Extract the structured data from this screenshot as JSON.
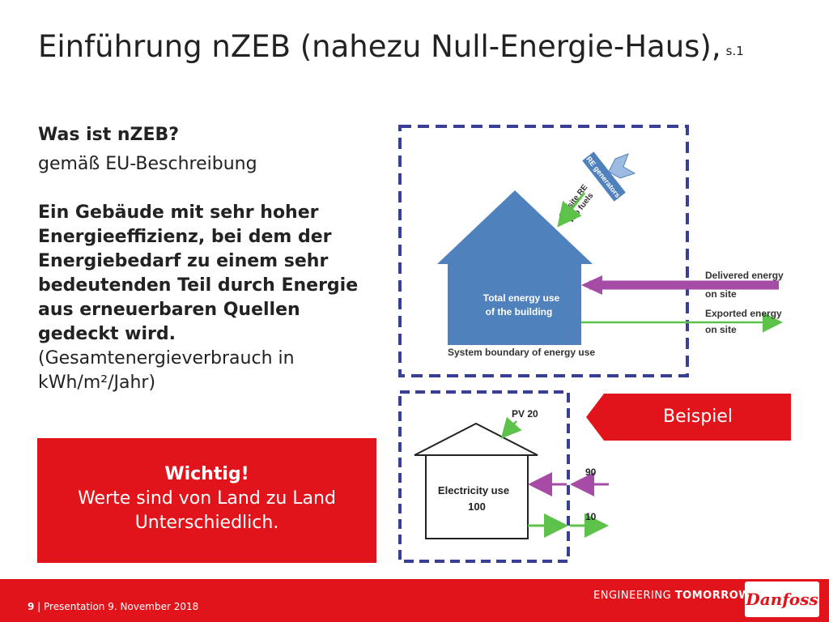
{
  "title": {
    "main": "Einführung nZEB (nahezu Null-Energie-Haus),",
    "suffix": "s.1"
  },
  "left": {
    "question": "Was ist nZEB?",
    "subtitle": "gemäß EU-Beschreibung",
    "definition": "Ein Gebäude mit sehr hoher Energieeffizienz, bei dem der Energiebedarf zu einem sehr bedeutenden Teil durch Energie aus erneuerbaren Quellen gedeckt wird.",
    "unit_note": "(Gesamtenergieverbrauch in kWh/m²/Jahr)"
  },
  "important": {
    "heading": "Wichtig!",
    "text": "Werte sind von Land zu Land Unterschiedlich."
  },
  "example_label": "Beispiel",
  "diagram_top": {
    "house_label_1": "Total energy use",
    "house_label_2": "of the building",
    "boundary_label": "System boundary of energy use",
    "delivered_1": "Delivered energy",
    "delivered_2": "on site",
    "exported_1": "Exported energy",
    "exported_2": "on site",
    "re_generators": "RE  generators",
    "onsite_re_1": "On site RE",
    "onsite_re_2": "w/o fuels"
  },
  "diagram_bottom": {
    "pv_label": "PV 20",
    "house_label_1": "Electricity use",
    "house_label_2": "100",
    "delivered_value": "90",
    "exported_value": "10"
  },
  "colors": {
    "brand_red": "#e2141b",
    "house_blue": "#4f81bd",
    "boundary": "#3a3f96",
    "delivered": "#a64ca6",
    "exported": "#5cc24a"
  },
  "footer": {
    "page": "9",
    "text": "Presentation 9. November 2018",
    "slogan_a": "ENGINEERING",
    "slogan_b": "TOMORROW",
    "logo": "Danfoss"
  }
}
